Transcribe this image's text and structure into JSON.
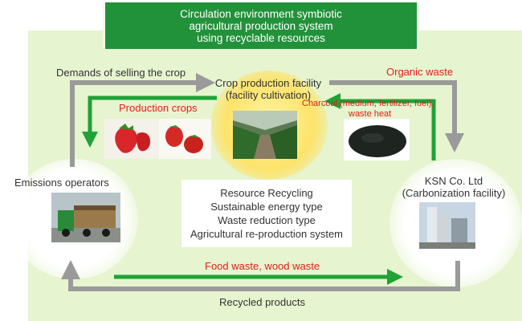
{
  "title": {
    "line1": "Circulation environment symbiotic",
    "line2": "agricultural production system",
    "line3": "using recyclable resources"
  },
  "labels": {
    "demands": "Demands of selling the crop",
    "organic_waste": "Organic waste",
    "crop_facility_line1": "Crop production facility",
    "crop_facility_line2": "(facility cultivation)",
    "production_crops": "Production crops",
    "charcoal_line1": "Charcoal (medium, fertilizer, fuel),",
    "charcoal_line2": "waste heat",
    "emissions_operators": "Emissions operators",
    "ksn_line1": "KSN Co. Ltd",
    "ksn_line2": "(Carbonization facility)",
    "food_waste": "Food waste, wood waste",
    "recycled_products": "Recycled products"
  },
  "center": {
    "line1": "Resource Recycling",
    "line2": "Sustainable energy type",
    "line3": "Waste reduction type",
    "line4": "Agricultural re-production system"
  },
  "colors": {
    "banner": "#22923a",
    "panel": "#e6f4cf",
    "green_arrow": "#1fa237",
    "gray_arrow": "#9a9a9a",
    "red_text": "#e0201c"
  }
}
